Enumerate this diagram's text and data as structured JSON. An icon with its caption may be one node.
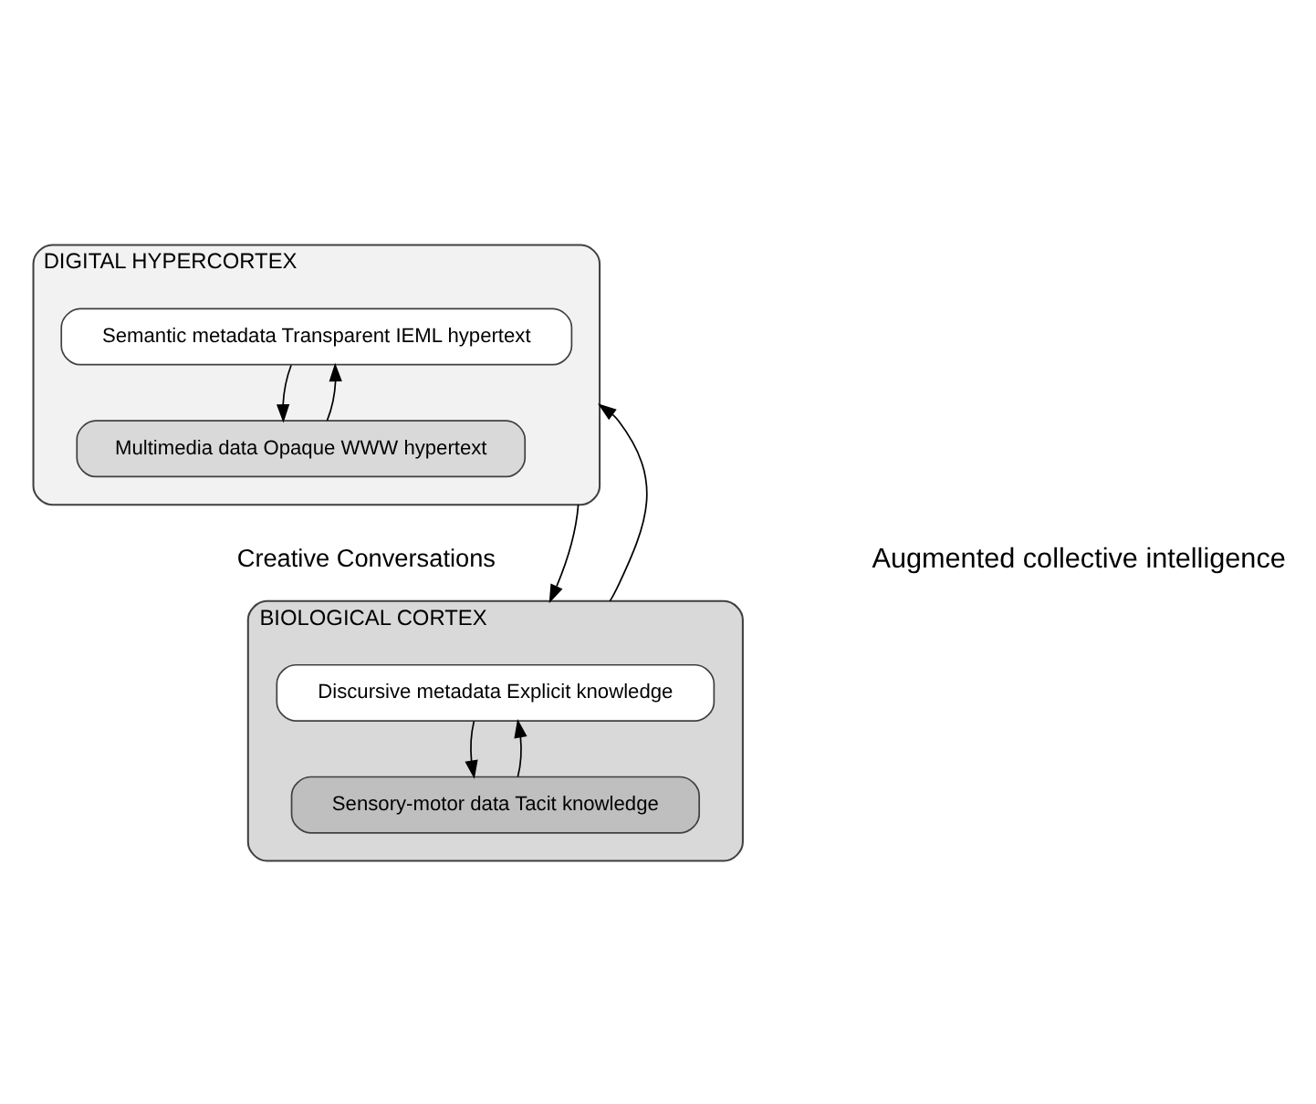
{
  "diagram": {
    "nodes": [
      {
        "text": [
          "DIGITAL HYPERCORTEX"
        ]
      },
      {
        "text": [
          "Semantic metadata Transparent IEML hypertext"
        ],
        "in": 0
      },
      {
        "text": [
          "Multimedia data Opaque WWW hypertext"
        ],
        "in": 0
      },
      {
        "text": [
          "BIOLOGICAL CORTEX"
        ]
      },
      {
        "text": [
          "Discursive metadata Explicit knowledge"
        ],
        "in": 3
      },
      {
        "text": [
          "Sensory-motor data Tacit knowledge"
        ],
        "in": 3
      }
    ],
    "edges": [
      {
        "from": 1,
        "to": 2,
        "arrow": "to"
      },
      {
        "from": 2,
        "to": 1,
        "arrow": "to"
      },
      {
        "from": 4,
        "to": 5,
        "arrow": "to"
      },
      {
        "from": 5,
        "to": 4,
        "arrow": "to"
      },
      {
        "from": 0,
        "to": 3,
        "arrow": "to"
      },
      {
        "from": 3,
        "to": 0,
        "arrow": "to"
      }
    ],
    "labels": [
      "Augmented collective intelligence",
      "Creative Conversations"
    ]
  }
}
